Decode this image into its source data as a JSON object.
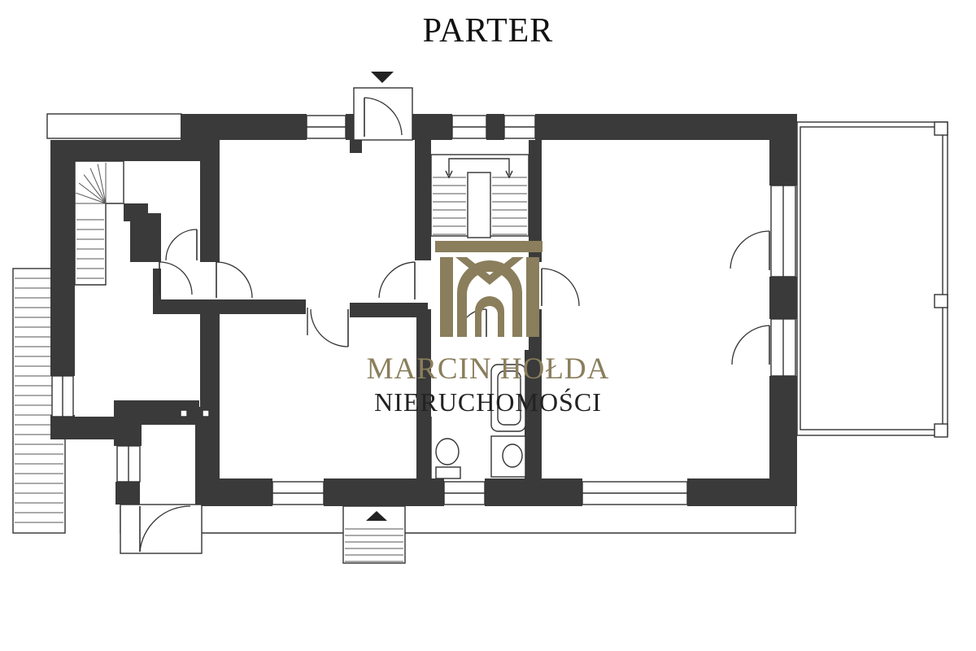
{
  "plan": {
    "title": "PARTER"
  },
  "logo": {
    "line1": "MARCIN HOŁDA",
    "line2": "NIERUCHOMOŚCI"
  },
  "colors": {
    "wall": "#3a3a3a",
    "logo_gold": "#8a7e5c",
    "logo_dark": "#222222"
  },
  "icons": {
    "entrance_top": "triangle-down-icon",
    "entrance_bottom": "triangle-up-icon"
  }
}
